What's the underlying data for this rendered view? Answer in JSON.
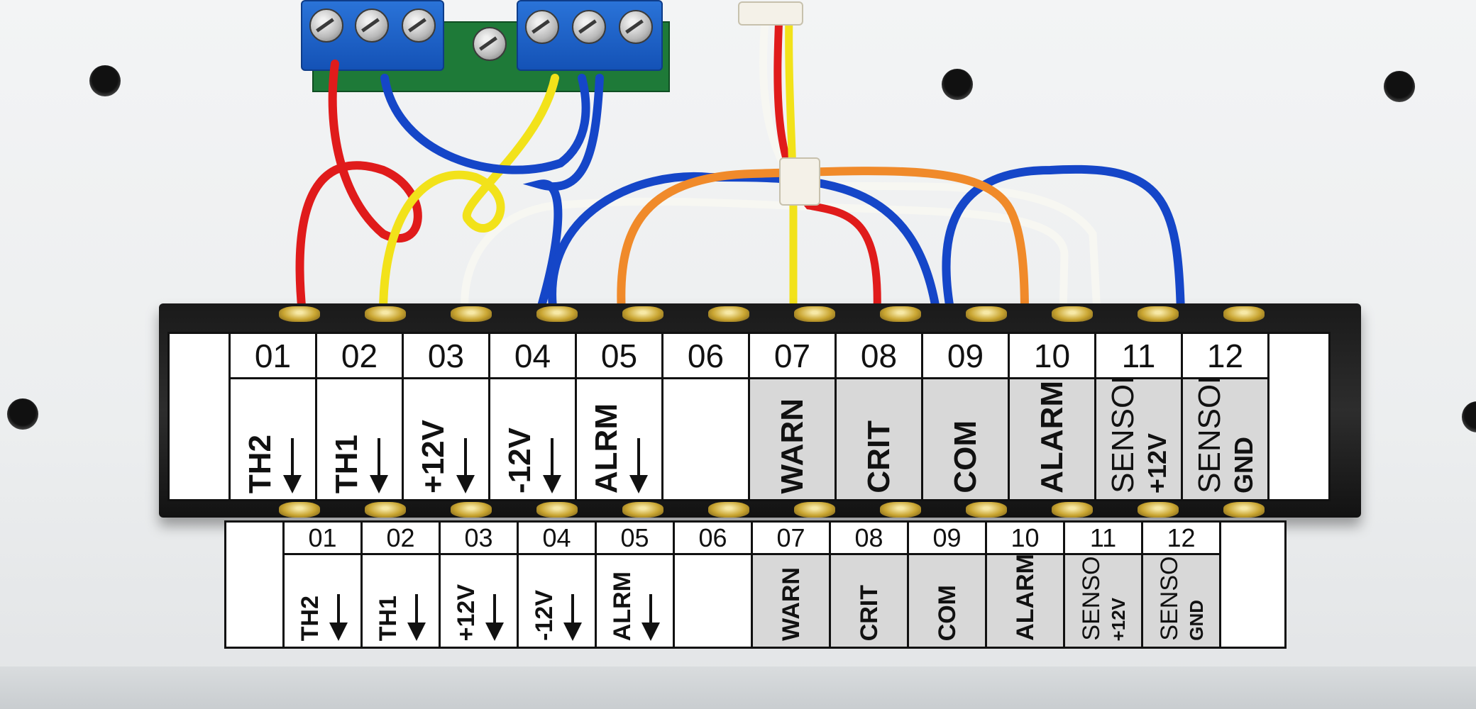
{
  "colors": {
    "panel": "#eceeef",
    "label_grey": "#d8d8d8",
    "wire_red": "#e01b1b",
    "wire_blue": "#1546c8",
    "wire_yellow": "#f2e21a",
    "wire_white": "#f7f7f2",
    "wire_orange": "#f08a2a",
    "terminal_blue": "#1d63cf",
    "rail_black": "#1f1f1f"
  },
  "terminal_strip": {
    "terminals": [
      {
        "number": "01",
        "label": "TH2",
        "arrow": true,
        "shaded": false
      },
      {
        "number": "02",
        "label": "TH1",
        "arrow": true,
        "shaded": false
      },
      {
        "number": "03",
        "label": "+12V",
        "arrow": true,
        "shaded": false
      },
      {
        "number": "04",
        "label": "-12V",
        "arrow": true,
        "shaded": false
      },
      {
        "number": "05",
        "label": "ALRM",
        "arrow": true,
        "shaded": false
      },
      {
        "number": "06",
        "label": "",
        "arrow": false,
        "shaded": false
      },
      {
        "number": "07",
        "label": "WARN",
        "arrow": false,
        "shaded": true
      },
      {
        "number": "08",
        "label": "CRIT",
        "arrow": false,
        "shaded": true
      },
      {
        "number": "09",
        "label": "COM",
        "arrow": false,
        "shaded": true
      },
      {
        "number": "10",
        "label": "ALARM",
        "arrow": false,
        "shaded": true
      },
      {
        "number": "11",
        "label": "SENSOR",
        "label2": "+12V",
        "arrow": false,
        "shaded": true
      },
      {
        "number": "12",
        "label": "SENSOR",
        "label2": "GND",
        "arrow": false,
        "shaded": true
      }
    ]
  }
}
